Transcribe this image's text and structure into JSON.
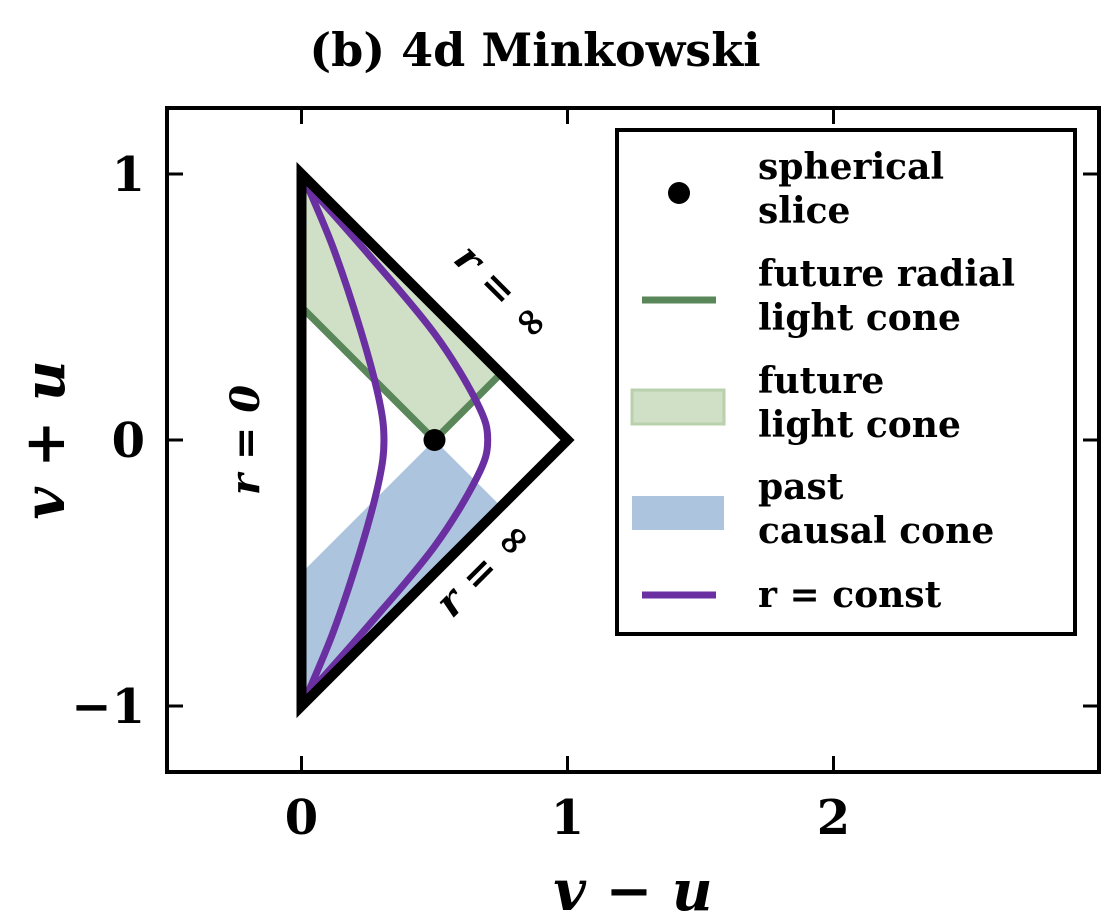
{
  "chart_data": {
    "type": "line",
    "title": "(b) 4d Minkowski",
    "xlabel": "v − u",
    "ylabel": "v + u",
    "xlim": [
      -0.5,
      3.0
    ],
    "ylim": [
      -1.25,
      1.25
    ],
    "xticks": [
      0,
      1,
      2
    ],
    "yticks": [
      1,
      0,
      -1
    ],
    "xtick_labels": [
      "0",
      "1",
      "2"
    ],
    "ytick_labels": [
      "1",
      "0",
      "−1"
    ],
    "grid": false,
    "legend_position": "top-right",
    "boundary": {
      "name": "",
      "x": [
        0,
        0,
        1,
        0
      ],
      "y": [
        1,
        -1,
        0,
        1
      ],
      "color": "#000000"
    },
    "regions": [
      {
        "name": "future light cone",
        "x": [
          0,
          0,
          0.5,
          0.74,
          0
        ],
        "y": [
          1,
          0.5,
          0,
          0.24,
          1
        ],
        "color": "#cfe0c6",
        "edge": "#b9d1ac"
      },
      {
        "name": "past causal cone",
        "x": [
          0,
          0,
          0.5,
          0.75,
          0
        ],
        "y": [
          -1,
          -0.5,
          0,
          -0.25,
          -1
        ],
        "color": "#adc4de"
      }
    ],
    "series": [
      {
        "name": "future radial light cone",
        "x": [
          0,
          0.5,
          0.74
        ],
        "y": [
          0.5,
          0,
          0.24
        ],
        "color": "#5a875a"
      },
      {
        "name": "r = const",
        "x": [
          0.02,
          0.12,
          0.22,
          0.29,
          0.31,
          0.29,
          0.22,
          0.12,
          0.02
        ],
        "y": [
          0.96,
          0.72,
          0.42,
          0.16,
          0,
          -0.16,
          -0.42,
          -0.72,
          -0.96
        ],
        "color": "#6a2fa0"
      },
      {
        "name": "r = const",
        "x": [
          0.02,
          0.25,
          0.5,
          0.66,
          0.7,
          0.66,
          0.5,
          0.25,
          0.02
        ],
        "y": [
          0.96,
          0.7,
          0.4,
          0.14,
          0,
          -0.14,
          -0.4,
          -0.7,
          -0.96
        ],
        "color": "#6a2fa0"
      }
    ],
    "points": [
      {
        "name": "spherical slice",
        "x": 0.5,
        "y": 0,
        "color": "#000000"
      }
    ],
    "annotations": [
      {
        "text": "r = 0",
        "x": -0.16,
        "y": 0
      },
      {
        "text": "r = ∞",
        "x": 0.72,
        "y": 0.52
      },
      {
        "text": "r = ∞",
        "x": 0.72,
        "y": -0.52
      }
    ],
    "legend": [
      {
        "label": "spherical slice",
        "line1": "spherical",
        "line2": "slice",
        "kind": "marker",
        "color": "#000000"
      },
      {
        "label": "future radial light cone",
        "line1": "future radial",
        "line2": "light cone",
        "kind": "line",
        "color": "#5a875a"
      },
      {
        "label": "future light cone",
        "line1": "future",
        "line2": "light cone",
        "kind": "patch",
        "color": "#cfe0c6",
        "edge": "#b9d1ac"
      },
      {
        "label": "past causal cone",
        "line1": "past",
        "line2": "causal cone",
        "kind": "patch",
        "color": "#adc4de"
      },
      {
        "label": "r = const",
        "line1": "r = const",
        "line2": "",
        "kind": "line",
        "color": "#6a2fa0"
      }
    ]
  }
}
